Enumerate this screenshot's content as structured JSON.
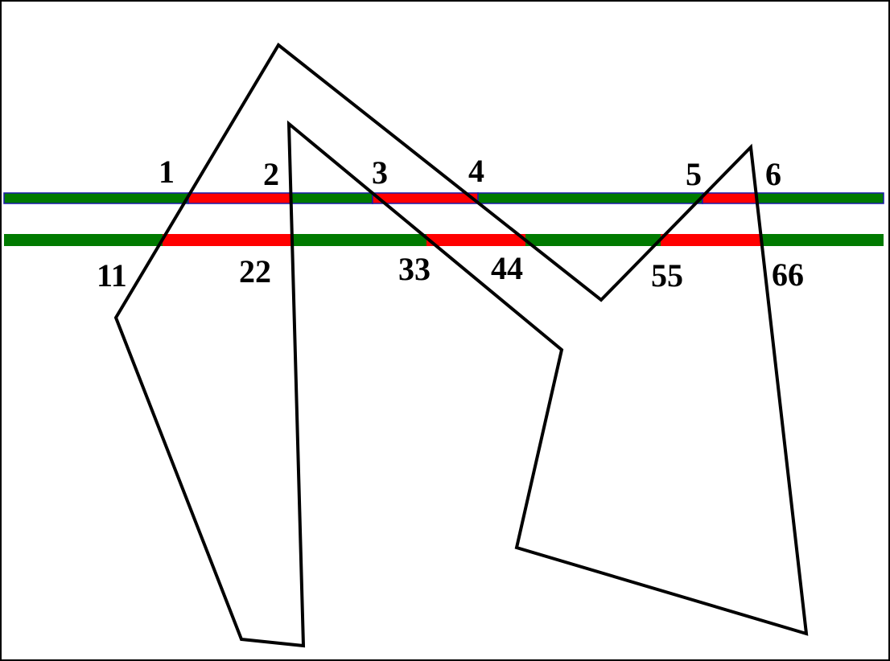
{
  "diagram": {
    "colors": {
      "background": "#ffffff",
      "outline": "#000000",
      "line_outside": "#007a00",
      "line_inside": "#ff0000",
      "line_border": "#1a1aaa"
    },
    "upper_line_labels": [
      "1",
      "2",
      "3",
      "4",
      "5",
      "6"
    ],
    "lower_line_labels": [
      "11",
      "22",
      "33",
      "44",
      "55",
      "66"
    ]
  }
}
